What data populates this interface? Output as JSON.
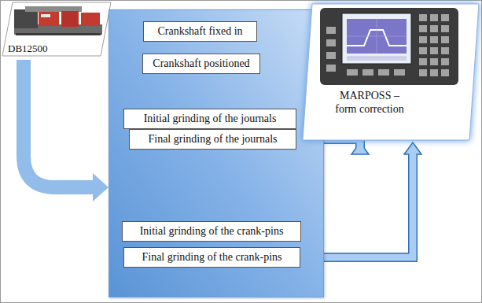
{
  "diagram": {
    "nodes": [
      {
        "text": [
          "DB12500"
        ]
      },
      {
        "text": []
      },
      {
        "text": [
          "Crankshaft fixed in"
        ],
        "in": 1
      },
      {
        "text": [
          "Crankshaft positioned"
        ],
        "in": 1
      },
      {
        "text": [
          "Initial grinding of the journals"
        ],
        "in": 1
      },
      {
        "text": [
          "Final grinding of the journals"
        ],
        "in": 1
      },
      {
        "text": [
          "Initial grinding of the crank-pins"
        ],
        "in": 1
      },
      {
        "text": [
          "Final grinding of the crank-pins"
        ],
        "in": 1
      },
      {
        "text": [
          "MARPOSS – form correction"
        ]
      }
    ],
    "edges": [
      {
        "from": 0,
        "to": 1,
        "arrow": "to"
      },
      {
        "from": 5,
        "to": 8,
        "arrow": "both"
      },
      {
        "from": 7,
        "to": 8,
        "arrow": "both"
      }
    ]
  }
}
